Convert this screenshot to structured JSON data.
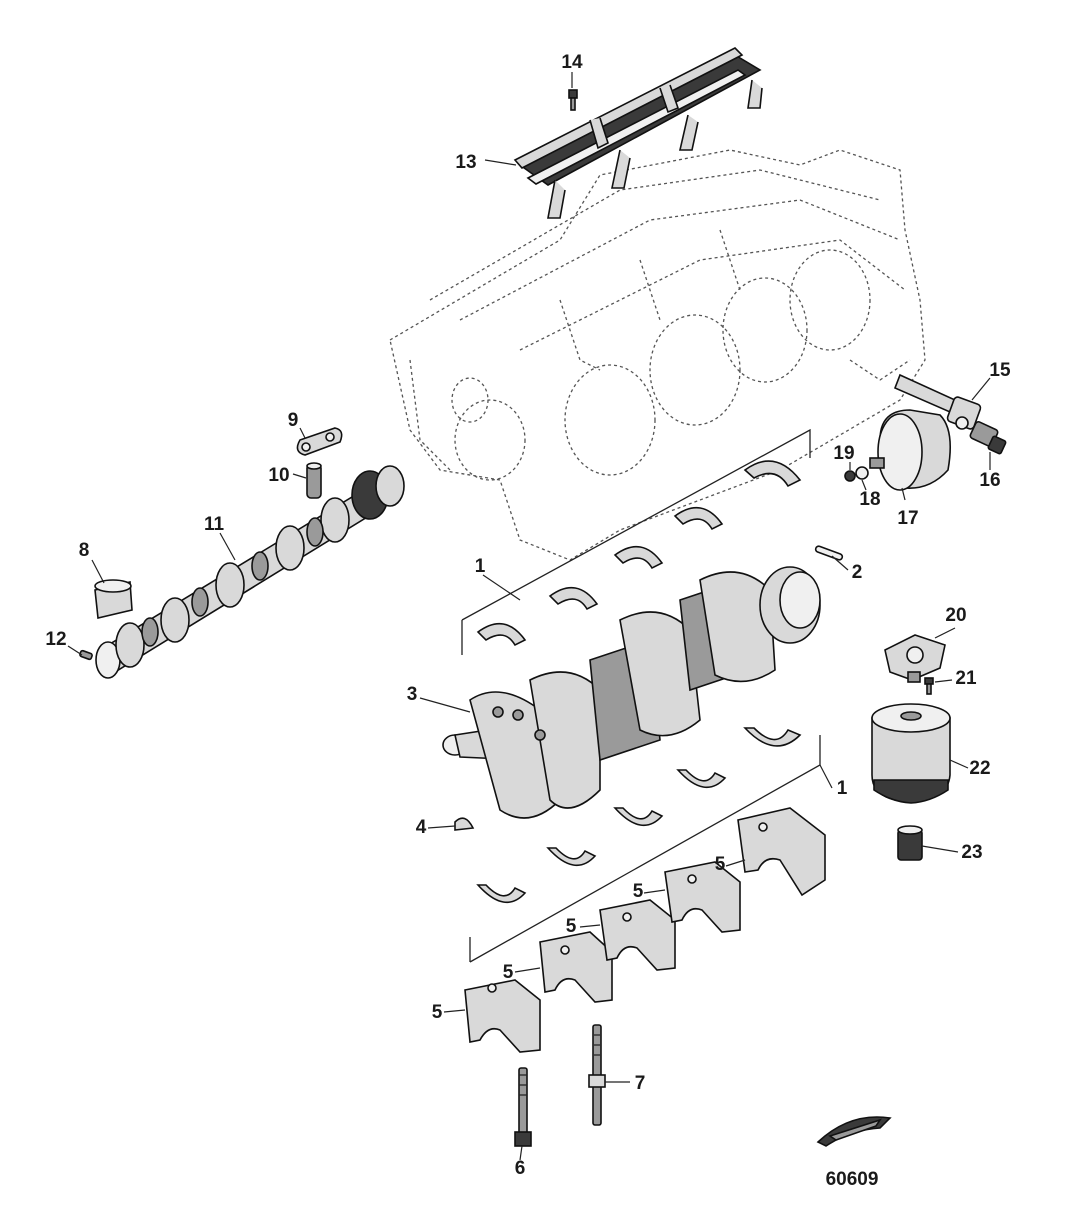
{
  "callouts": [
    {
      "num": "14"
    },
    {
      "num": "13"
    },
    {
      "num": "15"
    },
    {
      "num": "16"
    },
    {
      "num": "19"
    },
    {
      "num": "18"
    },
    {
      "num": "17"
    },
    {
      "num": "9"
    },
    {
      "num": "10"
    },
    {
      "num": "11"
    },
    {
      "num": "8"
    },
    {
      "num": "12"
    },
    {
      "num": "1"
    },
    {
      "num": "2"
    },
    {
      "num": "20"
    },
    {
      "num": "21"
    },
    {
      "num": "3"
    },
    {
      "num": "22"
    },
    {
      "num": "1"
    },
    {
      "num": "4"
    },
    {
      "num": "23"
    },
    {
      "num": "5"
    },
    {
      "num": "5"
    },
    {
      "num": "5"
    },
    {
      "num": "5"
    },
    {
      "num": "5"
    },
    {
      "num": "7"
    },
    {
      "num": "6"
    }
  ],
  "figure_id": "60609"
}
